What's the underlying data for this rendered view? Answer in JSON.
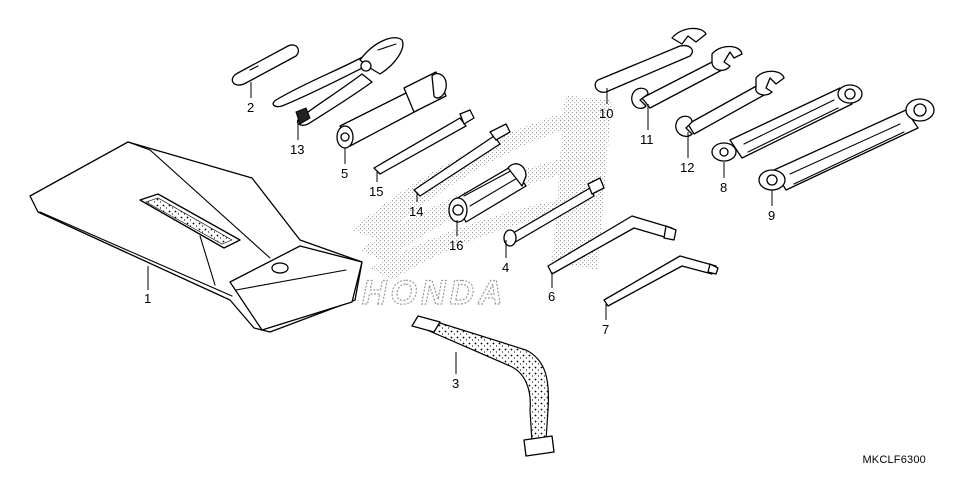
{
  "diagram": {
    "code": "MKCLF6300",
    "parts": [
      {
        "key": "p1",
        "number": "1"
      },
      {
        "key": "p2",
        "number": "2"
      },
      {
        "key": "p3",
        "number": "3"
      },
      {
        "key": "p4",
        "number": "4"
      },
      {
        "key": "p5",
        "number": "5"
      },
      {
        "key": "p6",
        "number": "6"
      },
      {
        "key": "p7",
        "number": "7"
      },
      {
        "key": "p8",
        "number": "8"
      },
      {
        "key": "p9",
        "number": "9"
      },
      {
        "key": "p10",
        "number": "10"
      },
      {
        "key": "p11",
        "number": "11"
      },
      {
        "key": "p12",
        "number": "12"
      },
      {
        "key": "p13",
        "number": "13"
      },
      {
        "key": "p14",
        "number": "14"
      },
      {
        "key": "p15",
        "number": "15"
      },
      {
        "key": "p16",
        "number": "16"
      }
    ],
    "watermark": "HONDA"
  }
}
